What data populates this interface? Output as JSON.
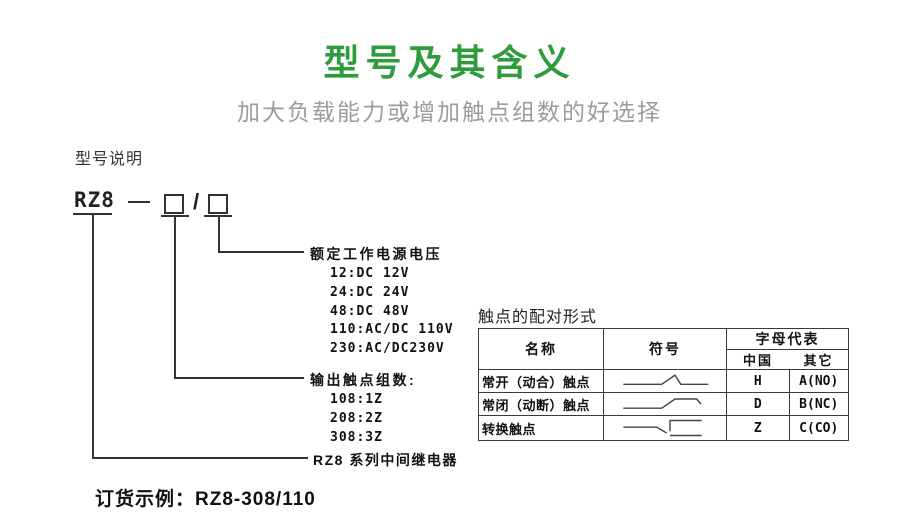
{
  "page": {
    "title": "型号及其含义",
    "subtitle": "加大负载能力或增加触点组数的好选择"
  },
  "model_diagram": {
    "section_label": "型号说明",
    "model_prefix": "RZ8",
    "slash": "/",
    "branches": {
      "voltage": {
        "label": "额定工作电源电压",
        "options": [
          "12:DC 12V",
          "24:DC 24V",
          "48:DC 48V",
          "110:AC/DC 110V",
          "230:AC/DC230V"
        ]
      },
      "contacts": {
        "label": "输出触点组数:",
        "options": [
          "108:1Z",
          "208:2Z",
          "308:3Z"
        ]
      },
      "series": {
        "label": "RZ8 系列中间继电器"
      }
    },
    "order_example": "订货示例：RZ8-308/110"
  },
  "contact_table": {
    "title": "触点的配对形式",
    "headers": {
      "name": "名称",
      "symbol": "符号",
      "letter_group": "字母代表",
      "china": "中国",
      "other": "其它"
    },
    "rows": [
      {
        "name": "常开（动合）触点",
        "symbol_icon": "normally-open-contact",
        "china": "H",
        "other": "A(NO)"
      },
      {
        "name": "常闭（动断）触点",
        "symbol_icon": "normally-closed-contact",
        "china": "D",
        "other": "B(NC)"
      },
      {
        "name": "转换触点",
        "symbol_icon": "changeover-contact",
        "china": "Z",
        "other": "C(CO)"
      }
    ]
  },
  "colors": {
    "accent_green": "#2E9B3C",
    "subtitle_gray": "#9C9C9C",
    "line_color": "#333333"
  }
}
